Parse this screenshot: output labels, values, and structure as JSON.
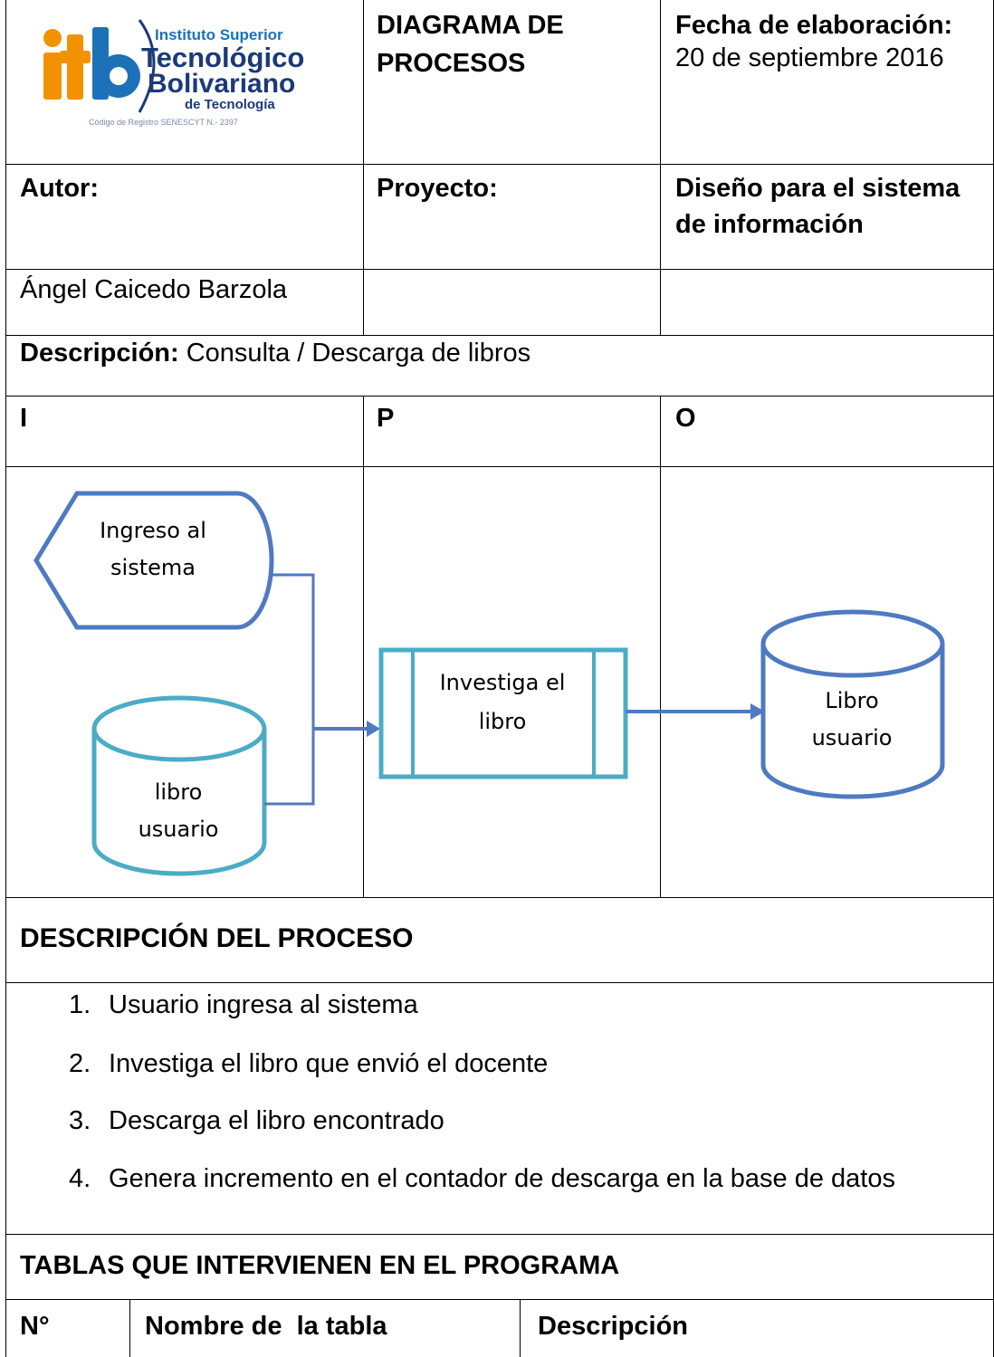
{
  "header": {
    "logo": {
      "line1": "Instituto Superior",
      "line2": "Tecnológico",
      "line3": "Bolivariano",
      "line4": "de Tecnología",
      "line5": "Código de Registro SENESCYT N.- 2397",
      "mark": "itb",
      "colors": {
        "orange": "#F39200",
        "blue": "#1D71B8",
        "navy": "#1B3A7A"
      }
    },
    "doc_type": "DIAGRAMA DE PROCESOS",
    "doc_type_line1": "DIAGRAMA DE",
    "doc_type_line2": "PROCESOS",
    "date_label": "Fecha de elaboración:",
    "date_value": "20 de septiembre 2016"
  },
  "meta": {
    "author_label": "Autor:",
    "project_label": "Proyecto:",
    "project_value_line1": "Diseño para el sistema",
    "project_value_line2": "de información",
    "author_value": "Ángel Caicedo Barzola"
  },
  "description": {
    "label": "Descripción:",
    "value": "Consulta / Descarga de libros"
  },
  "ipo": {
    "i": "I",
    "p": "P",
    "o": "O"
  },
  "diagram": {
    "input_display_line1": "Ingreso al",
    "input_display_line2": "sistema",
    "input_db_line1": "libro",
    "input_db_line2": "usuario",
    "process_line1": "Investiga el",
    "process_line2": "libro",
    "output_db_line1": "Libro",
    "output_db_line2": "usuario",
    "colors": {
      "dark_blue": "#4F7AC1",
      "light_blue": "#4BACC6"
    }
  },
  "process_description": {
    "title": "DESCRIPCIÓN DEL PROCESO",
    "steps": [
      {
        "num": "1.",
        "text": "Usuario ingresa al sistema"
      },
      {
        "num": "2.",
        "text": "Investiga el libro que envió el docente"
      },
      {
        "num": "3.",
        "text": "Descarga el libro encontrado"
      },
      {
        "num": "4.",
        "text": "Genera incremento en el contador de descarga en la base de datos"
      }
    ]
  },
  "tables_section": {
    "title": "TABLAS QUE INTERVIENEN EN EL PROGRAMA",
    "columns": [
      "N°",
      "Nombre de  la tabla",
      "Descripción"
    ]
  }
}
